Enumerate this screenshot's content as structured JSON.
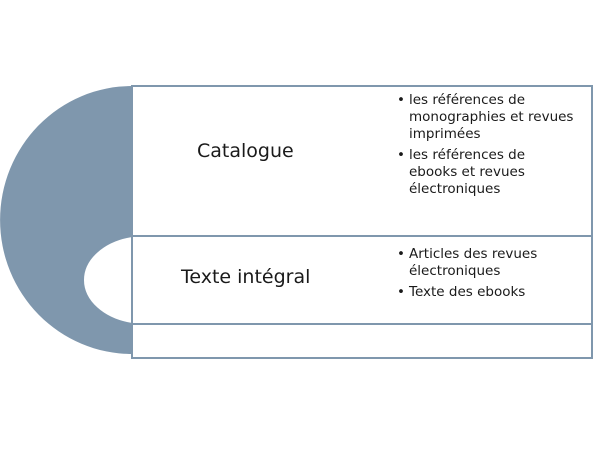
{
  "rows": [
    {
      "title": "Catalogue",
      "bullets": [
        "les références de monographies et revues imprimées",
        "les références de ebooks et revues électroniques"
      ]
    },
    {
      "title": "Texte intégral",
      "bullets": [
        "Articles des revues électroniques",
        "Texte des ebooks"
      ]
    }
  ],
  "colors": {
    "arc_fill": "#7f97ad",
    "box_border": "#7f97ad",
    "box_fill": "#ffffff"
  }
}
